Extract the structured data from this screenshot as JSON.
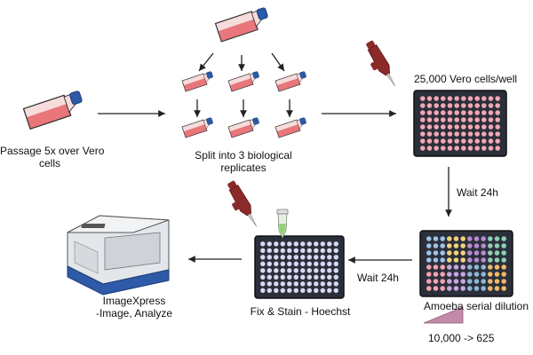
{
  "labels": {
    "passage": [
      "Passage 5x over Vero",
      "cells"
    ],
    "split": [
      "Split into 3 biological",
      "replicates"
    ],
    "seed": "25,000 Vero cells/well",
    "wait1": "Wait 24h",
    "dilution": "Amoeba serial dilution",
    "range": "10,000 -> 625",
    "wait2": "Wait 24h",
    "stain": "Fix & Stain - Hoechst",
    "imaging": [
      "ImageXpress",
      "-Image, Analyze"
    ]
  },
  "colors": {
    "flask_liquid": "#e8767a",
    "flask_body": "#f7dcdc",
    "flask_cap": "#2c5aa8",
    "pipette": "#8b2a28",
    "plate_frame": "#2b2f3a",
    "wells_seeded": "#f2a7b4",
    "wells_stained": "#d8d9f2",
    "arrow": "#222222",
    "wedge": "#c28aa8"
  },
  "dilution_palette": [
    "#9ec3e8",
    "#f3d27a",
    "#b88bd0",
    "#8ed0b4",
    "#f5a3b0",
    "#c7a8e0",
    "#8fb8d8",
    "#f0b86a"
  ]
}
